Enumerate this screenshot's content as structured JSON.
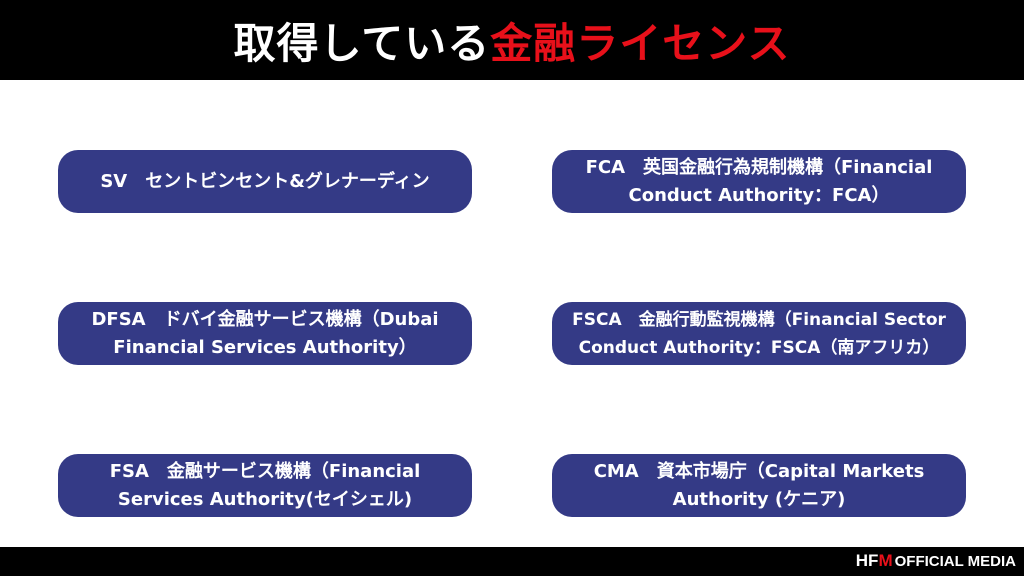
{
  "header": {
    "title_main": "取得している",
    "title_accent": "金融ライセンス"
  },
  "colors": {
    "accent": "#e8101a",
    "pill": "#343a86",
    "bar": "#000000"
  },
  "licenses": [
    {
      "lines": [
        "SV　セントビンセント&グレナーディン"
      ]
    },
    {
      "lines": [
        "FCA　英国金融行為規制機構（Financial",
        "Conduct Authority：FCA）"
      ]
    },
    {
      "lines": [
        "DFSA　ドバイ金融サービス機構（Dubai",
        "Financial Services Authority）"
      ]
    },
    {
      "lines": [
        "FSCA　金融行動監視機構（Financial Sector",
        "Conduct Authority：FSCA（南アフリカ）"
      ]
    },
    {
      "lines": [
        "FSA　金融サービス機構（Financial",
        "Services Authority(セイシェル)"
      ]
    },
    {
      "lines": [
        "CMA　資本市場庁（Capital Markets",
        "Authority (ケニア)"
      ]
    }
  ],
  "footer": {
    "logo_h": "HF",
    "logo_m": "M",
    "label": "OFFICIAL MEDIA"
  }
}
